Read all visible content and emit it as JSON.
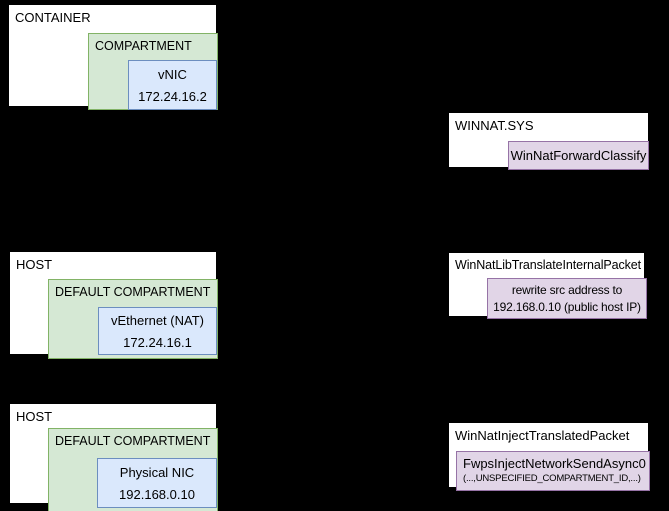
{
  "palette": {
    "background": "#000000",
    "node_fill": "#ffffff",
    "node_stroke": "#000000",
    "compartment_fill": "#d5e8d4",
    "compartment_stroke": "#82b366",
    "nic_fill": "#dae8fc",
    "nic_stroke": "#6c8ebf",
    "function_fill": "#e1d5e7",
    "function_stroke": "#9673a6"
  },
  "diagram": {
    "container_group": {
      "title": "CONTAINER",
      "compartment": "COMPARTMENT",
      "nic_name": "vNIC",
      "nic_ip": "172.24.16.2"
    },
    "winnat_group": {
      "title": "WINNAT.SYS",
      "function": "WinNatForwardClassify"
    },
    "host_nat_group": {
      "title": "HOST",
      "compartment": "DEFAULT COMPARTMENT",
      "nic_name": "vEthernet (NAT)",
      "nic_ip": "172.24.16.1"
    },
    "translate_group": {
      "title": "WinNatLibTranslateInternalPacket",
      "action_line1": "rewrite src address to",
      "action_line2": "192.168.0.10 (public host IP)"
    },
    "host_physical_group": {
      "title": "HOST",
      "compartment": "DEFAULT COMPARTMENT",
      "nic_name": "Physical NIC",
      "nic_ip": "192.168.0.10"
    },
    "inject_group": {
      "title": "WinNatInjectTranslatedPacket",
      "function": "FwpsInjectNetworkSendAsync0",
      "function_args": "(...,UNSPECIFIED_COMPARTMENT_ID,...)"
    }
  }
}
